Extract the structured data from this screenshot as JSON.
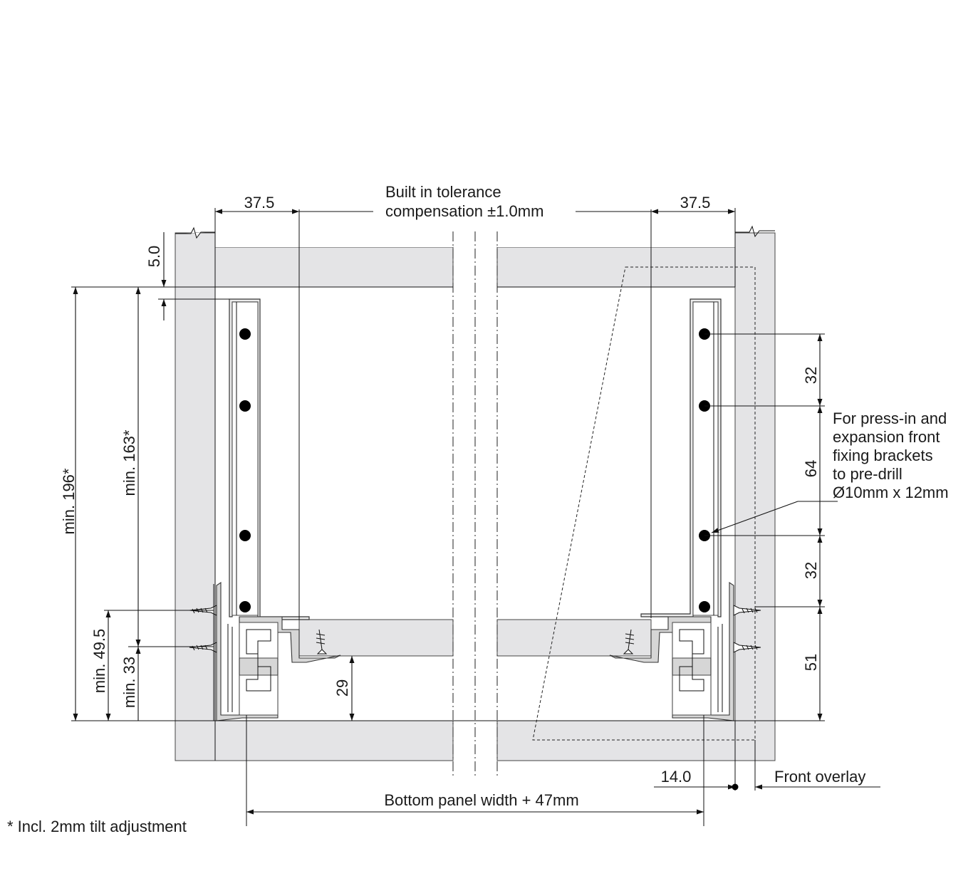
{
  "labels": {
    "dim_top_left": "37.5",
    "dim_top_right": "37.5",
    "tolerance_line1": "Built in tolerance",
    "tolerance_line2": "compensation ±1.0mm",
    "dim_5_0": "5.0",
    "dim_min_196": "min. 196*",
    "dim_min_163": "min. 163*",
    "dim_min_49_5": "min. 49.5",
    "dim_min_33": "min. 33",
    "dim_29": "29",
    "dim_32_top": "32",
    "dim_64": "64",
    "dim_32_bottom": "32",
    "dim_51": "51",
    "note_line1": "For press-in and",
    "note_line2": "expansion front",
    "note_line3": "fixing brackets",
    "note_line4": "to pre-drill",
    "note_line5": "Ø10mm  x  12mm",
    "dim_14_0": "14.0",
    "front_overlay": "Front overlay",
    "bottom_width": "Bottom panel width + 47mm",
    "footnote": "* Incl. 2mm tilt adjustment"
  },
  "colors": {
    "panel": "#e4e4e6",
    "line": "#111111"
  }
}
